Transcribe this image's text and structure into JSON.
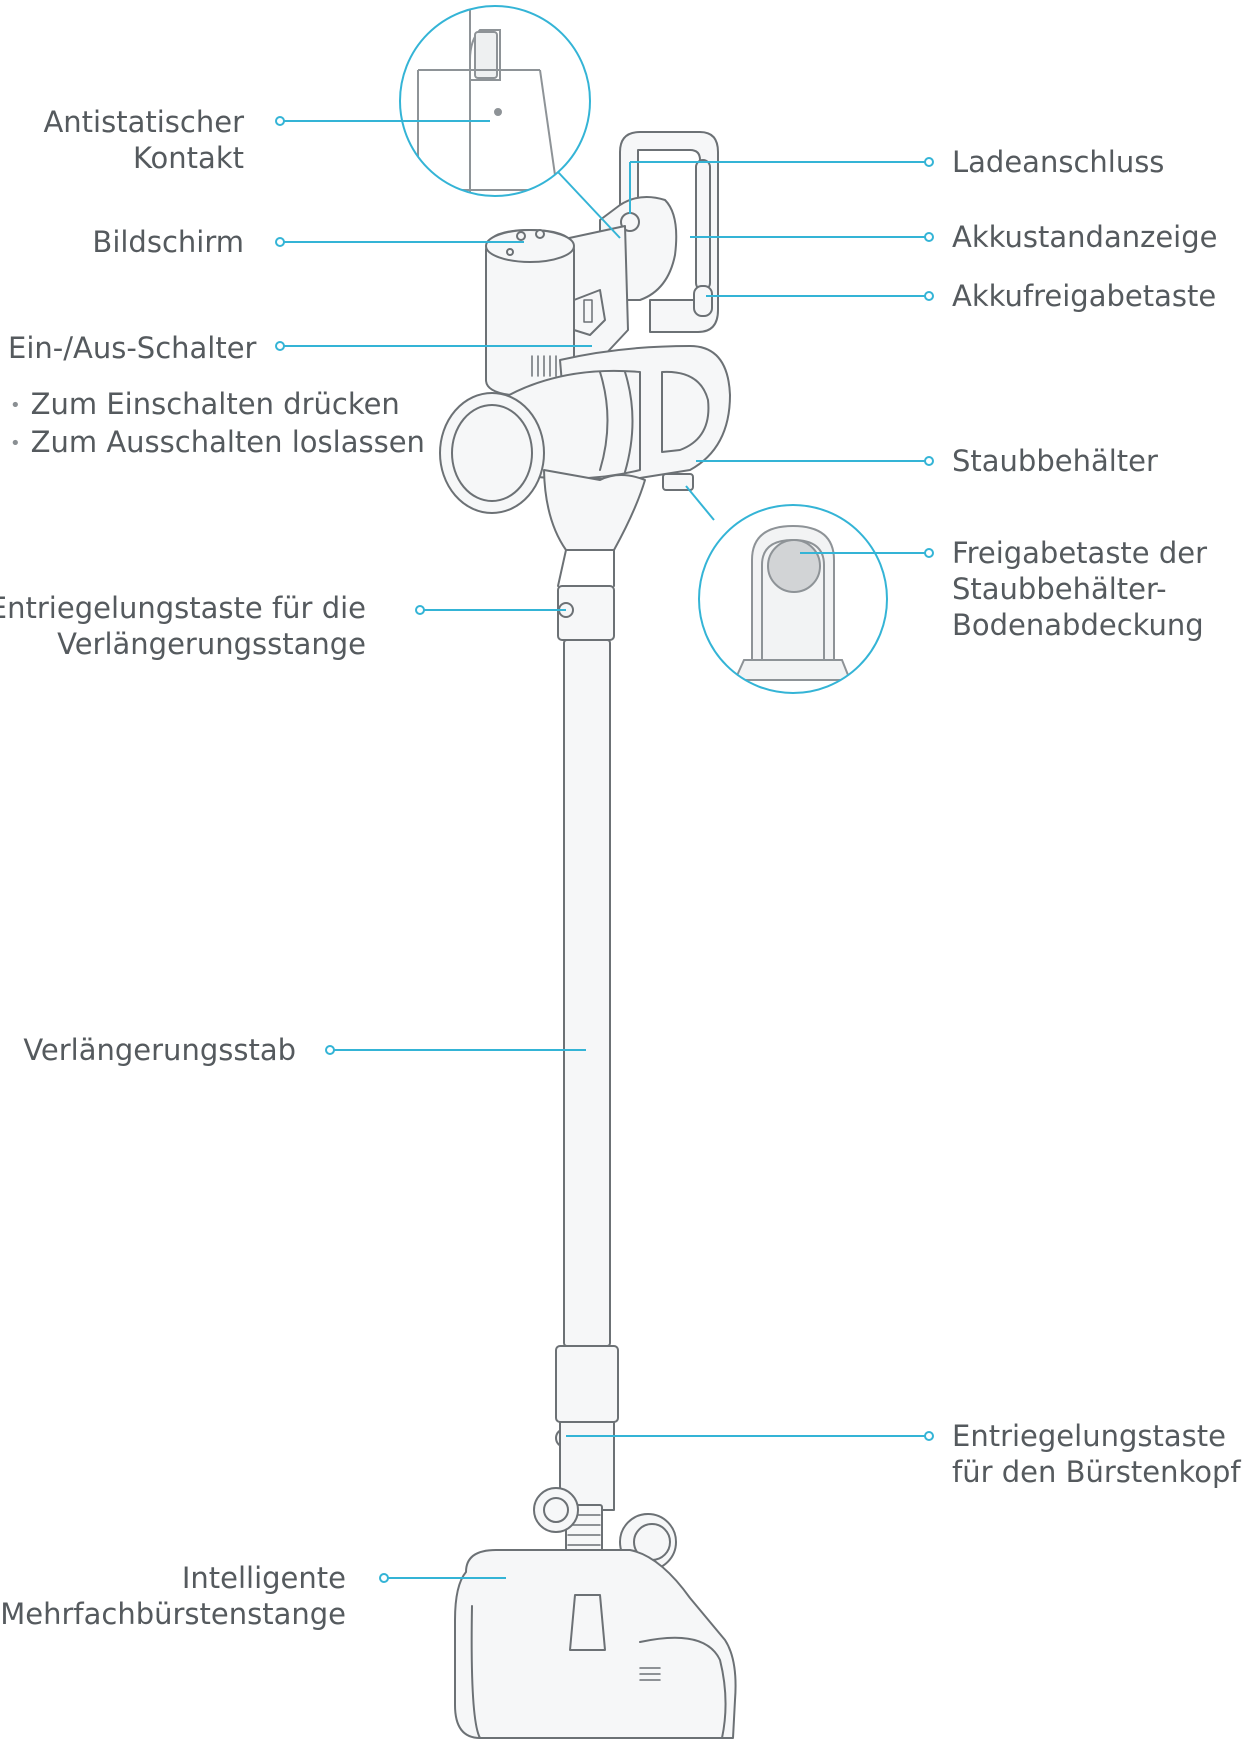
{
  "labels": {
    "antistatic_contact": [
      "Antistatischer",
      "Kontakt"
    ],
    "display": "Bildschirm",
    "power_switch": "Ein-/Aus-Schalter",
    "power_switch_notes": [
      "Zum Einschalten drücken",
      "Zum Ausschalten loslassen"
    ],
    "extension_release": [
      "Entriegelungstaste für die",
      "Verlängerungsstange"
    ],
    "extension_tube": "Verlängerungsstab",
    "brush_bar": [
      "Intelligente",
      "Mehrfachbürstenstange"
    ],
    "charging_port": "Ladeanschluss",
    "battery_indicator": "Akkustandanzeige",
    "battery_release": "Akkufreigabetaste",
    "dust_bin": "Staubbehälter",
    "dust_bin_cover_release": [
      "Freigabetaste der",
      "Staubbehälter-",
      "Bodenabdeckung"
    ],
    "brush_head_release": [
      "Entriegelungstaste",
      "für den Bürstenkopf"
    ]
  },
  "colors": {
    "leader": "#34b4d6",
    "outline": "#6c7175",
    "body_fill": "#f6f7f8",
    "highlight_button": "#d2d4d6",
    "text": "#555a5e"
  }
}
